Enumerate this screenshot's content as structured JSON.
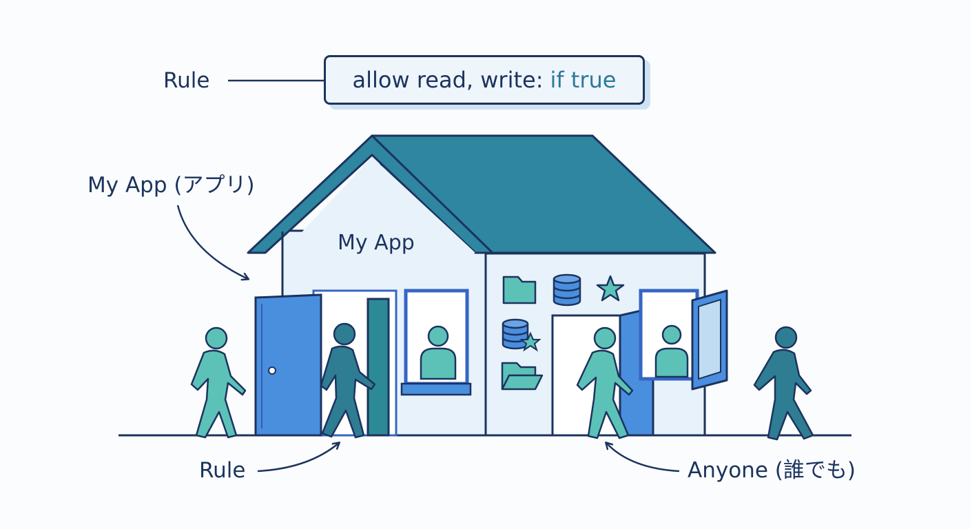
{
  "labels": {
    "rule_top": "Rule",
    "my_app_caption": "My App (アプリ)",
    "house_sign": "My App",
    "rule_bottom": "Rule",
    "anyone": "Anyone (誰でも)"
  },
  "code": {
    "prefix": "allow read, write:",
    "condition": "if true"
  },
  "colors": {
    "navy": "#1c335e",
    "roof": "#2e86a0",
    "door_blue": "#4a8ede",
    "teal": "#5cc2b8",
    "dark_teal": "#2f7d93",
    "wall": "#e8f2fa"
  },
  "icons": [
    "folder-icon",
    "database-icon",
    "star-icon",
    "database-star-icon",
    "open-folder-icon"
  ]
}
